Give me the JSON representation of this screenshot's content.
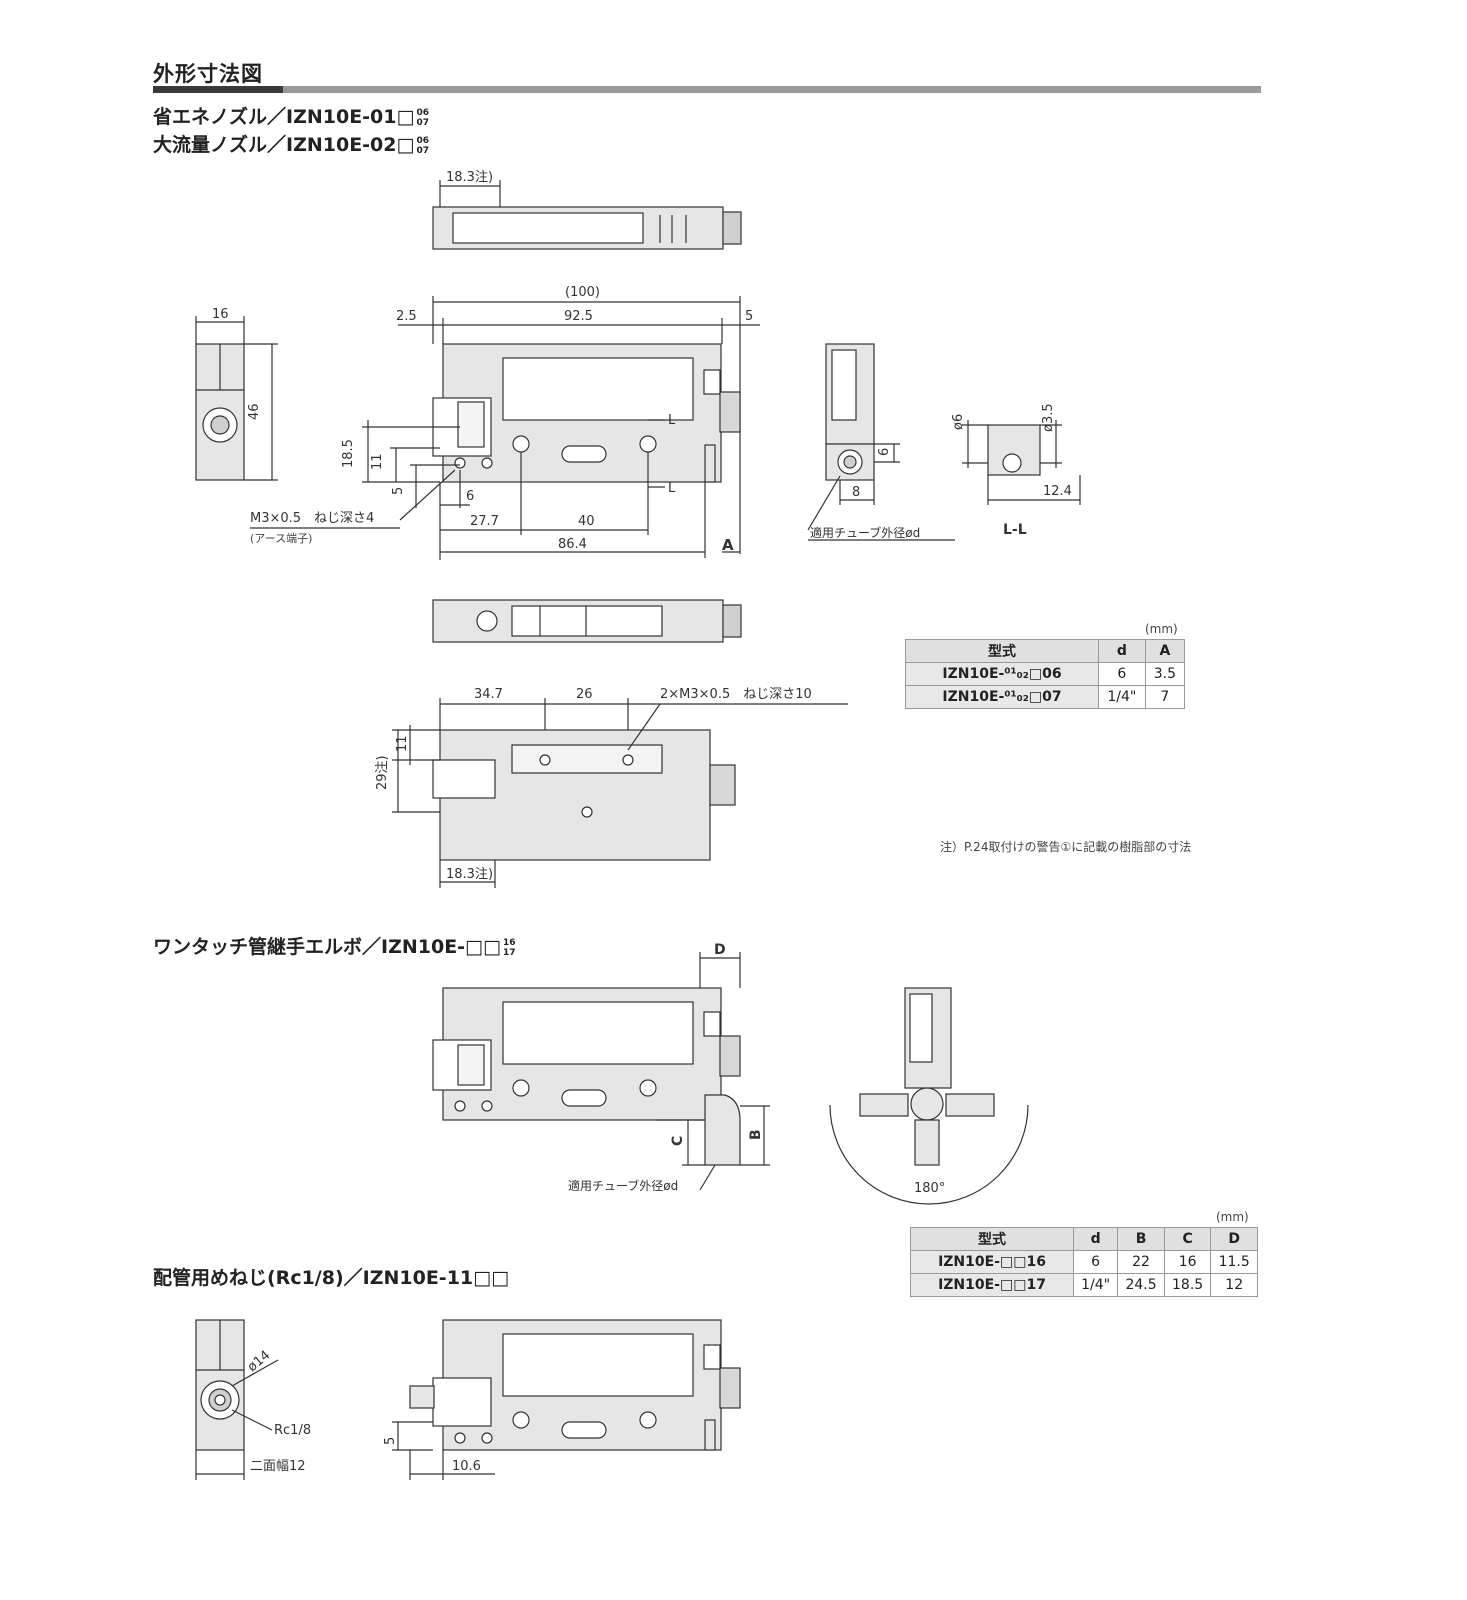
{
  "header": {
    "title": "外形寸法図"
  },
  "section1": {
    "title_line1": "省エネノズル／IZN10E-01□",
    "title_line2": "大流量ノズル／IZN10E-02□",
    "suffix_top": "06",
    "suffix_bottom": "07"
  },
  "dims1": {
    "top_view_width": "18.3注)",
    "overall": "(100)",
    "left_off": "2.5",
    "body_len": "92.5",
    "right_off": "5",
    "side_width": "16",
    "side_height": "46",
    "h1": "18.5",
    "h2": "11",
    "h3": "5",
    "w1": "6",
    "w2": "27.7",
    "w3": "40",
    "w4": "86.4",
    "a_label": "A",
    "section_l": "L",
    "earth_note": "M3×0.5　ねじ深さ4",
    "earth_note2": "(アース端子)",
    "end_h": "6",
    "end_w": "8",
    "tube_note": "適用チューブ外径ød",
    "ll_d1": "ø6",
    "ll_d2": "ø3.5",
    "ll_w": "12.4",
    "ll_label": "L-L",
    "bottom_d1": "34.7",
    "bottom_d2": "26",
    "bottom_screw": "2×M3×0.5　ねじ深さ10",
    "bottom_h1": "11",
    "bottom_h2": "29注)",
    "bottom_w": "18.3注)"
  },
  "table1": {
    "unit": "(mm)",
    "headers": [
      "型式",
      "d",
      "A"
    ],
    "rows": [
      {
        "model": "IZN10E-⁰¹₀₂□06",
        "d": "6",
        "a": "3.5"
      },
      {
        "model": "IZN10E-⁰¹₀₂□07",
        "d": "1/4\"",
        "a": "7"
      }
    ]
  },
  "note1": "注）P.24取付けの警告①に記載の樹脂部の寸法",
  "section2": {
    "title": "ワンタッチ管継手エルボ／IZN10E-□□",
    "suffix_top": "16",
    "suffix_bottom": "17",
    "d_label": "D",
    "b_label": "B",
    "c_label": "C",
    "tube_note": "適用チューブ外径ød",
    "angle": "180°"
  },
  "table2": {
    "unit": "(mm)",
    "headers": [
      "型式",
      "d",
      "B",
      "C",
      "D"
    ],
    "rows": [
      {
        "model": "IZN10E-□□16",
        "d": "6",
        "b": "22",
        "c": "16",
        "dd": "11.5"
      },
      {
        "model": "IZN10E-□□17",
        "d": "1/4\"",
        "b": "24.5",
        "c": "18.5",
        "dd": "12"
      }
    ]
  },
  "section3": {
    "title": "配管用めねじ(Rc1/8)／IZN10E-11□□",
    "d_phi": "ø14",
    "rc": "Rc1/8",
    "width": "二面幅12",
    "h": "5",
    "w": "10.6"
  }
}
